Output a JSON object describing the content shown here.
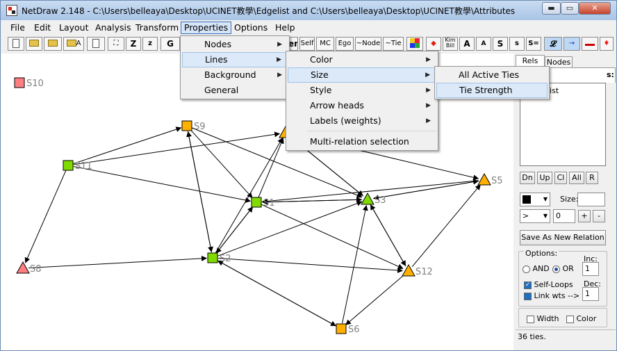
{
  "window": {
    "title": "NetDraw 2.148 - C:\\Users\\belleaya\\Desktop\\UCINET教學\\Edgelist and C:\\Users\\belleaya\\Desktop\\UCINET教學\\Attributes",
    "min_glyph": "▬",
    "max_glyph": "▭",
    "close_glyph": "✕"
  },
  "menu": {
    "file": "File",
    "edit": "Edit",
    "layout": "Layout",
    "analysis": "Analysis",
    "transform": "Transform",
    "properties": "Properties",
    "options": "Options",
    "help": "Help"
  },
  "toolbar": {
    "open_attr": "A",
    "zoom_big": "Z",
    "zoom_small": "z",
    "goto": "G",
    "en": "en",
    "self": "Self",
    "mc": "MC",
    "ego": "Ego",
    "not_node": "~Node",
    "not_tie": "~Tie",
    "kim_bill_1": "Kim",
    "kim_bill_2": "Bill",
    "font_a_big": "A",
    "font_a_small": "A",
    "font_s_big": "S",
    "font_s_small": "s",
    "s_eq": "S=",
    "curve": "𝓛",
    "arrow": "→",
    "pin": "♦"
  },
  "menus_open": {
    "properties": [
      "Nodes",
      "Lines",
      "Background",
      "General"
    ],
    "lines": [
      "Color",
      "Size",
      "Style",
      "Arrow heads",
      "Labels (weights)",
      "Multi-relation selection"
    ],
    "size": [
      "All Active Ties",
      "Tie Strength"
    ]
  },
  "submenu_arrow": "▶",
  "panel": {
    "tab_rels": "Rels",
    "tab_nodes": "Nodes",
    "rels_header": "s:",
    "rels_list_item": "list",
    "btn_dn": "Dn",
    "btn_up": "Up",
    "btn_cl": "Cl",
    "btn_all": "All",
    "btn_r": "R",
    "size_label": "Size:",
    "size_value": "",
    "arrow_combo": ">",
    "count_value": "0",
    "plus": "+",
    "minus": "-",
    "save_relation": "Save As New Relation",
    "options_label": "Options:",
    "inc_label": "Inc:",
    "inc_value": "1",
    "dec_label": "Dec:",
    "dec_value": "1",
    "and_label": "AND",
    "or_label": "OR",
    "self_loops": "Self-Loops",
    "link_wts": "Link wts -->",
    "width_label": "Width",
    "color_label": "Color",
    "status": "36 ties.",
    "check_glyph": "✓"
  },
  "graph": {
    "colors": {
      "salmon": "#ff7f80",
      "orange": "#ffb000",
      "green": "#7fdb00",
      "edge": "#000000"
    },
    "nodes": [
      {
        "id": "S1",
        "label": "S1",
        "shape": "square",
        "color": "green"
      },
      {
        "id": "S2",
        "label": "S2",
        "shape": "square",
        "color": "green"
      },
      {
        "id": "S3",
        "label": "S3",
        "shape": "triangle",
        "color": "green"
      },
      {
        "id": "S4",
        "label": "",
        "shape": "triangle",
        "color": "orange"
      },
      {
        "id": "S5",
        "label": "S5",
        "shape": "triangle",
        "color": "orange"
      },
      {
        "id": "S6",
        "label": "S6",
        "shape": "square",
        "color": "orange"
      },
      {
        "id": "S8",
        "label": "S8",
        "shape": "triangle",
        "color": "salmon"
      },
      {
        "id": "S9",
        "label": "S9",
        "shape": "square",
        "color": "orange"
      },
      {
        "id": "S10",
        "label": "S10",
        "shape": "square",
        "color": "salmon"
      },
      {
        "id": "S11",
        "label": "S11",
        "shape": "square",
        "color": "green"
      },
      {
        "id": "S12",
        "label": "S12",
        "shape": "triangle",
        "color": "orange"
      }
    ],
    "edges": [
      [
        "S11",
        "S9"
      ],
      [
        "S11",
        "S1"
      ],
      [
        "S11",
        "S8"
      ],
      [
        "S11",
        "S4"
      ],
      [
        "S9",
        "S1"
      ],
      [
        "S9",
        "S2"
      ],
      [
        "S9",
        "S3"
      ],
      [
        "S1",
        "S3"
      ],
      [
        "S3",
        "S1"
      ],
      [
        "S1",
        "S12"
      ],
      [
        "S1",
        "S2"
      ],
      [
        "S1",
        "S4"
      ],
      [
        "S2",
        "S9"
      ],
      [
        "S2",
        "S1"
      ],
      [
        "S2",
        "S3"
      ],
      [
        "S2",
        "S12"
      ],
      [
        "S2",
        "S6"
      ],
      [
        "S2",
        "S4"
      ],
      [
        "S8",
        "S2"
      ],
      [
        "S3",
        "S5"
      ],
      [
        "S3",
        "S12"
      ],
      [
        "S3",
        "S4"
      ],
      [
        "S12",
        "S3"
      ],
      [
        "S12",
        "S5"
      ],
      [
        "S12",
        "S6"
      ],
      [
        "S6",
        "S3"
      ],
      [
        "S6",
        "S2"
      ],
      [
        "S4",
        "S5"
      ],
      [
        "S4",
        "S3"
      ],
      [
        "S5",
        "S1"
      ],
      [
        "S5",
        "S3"
      ]
    ]
  }
}
